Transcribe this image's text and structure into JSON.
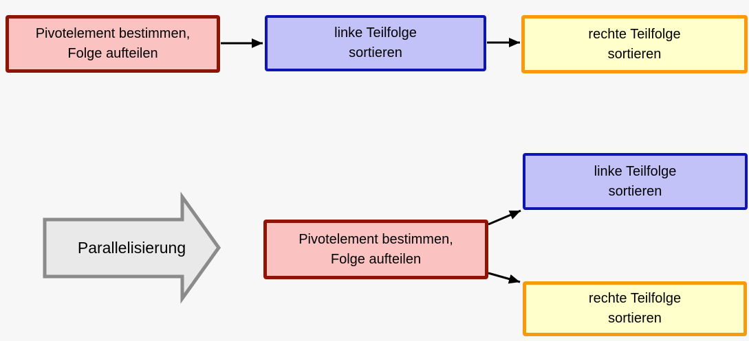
{
  "colors": {
    "background": "#f7f7f7",
    "pivot_fill": "#fbc2c2",
    "pivot_border": "#8e1505",
    "left_fill": "#c2c2f8",
    "left_border": "#0d16b2",
    "right_fill": "#ffffcb",
    "right_border": "#f89a0d",
    "transform_fill": "#e9e9e9",
    "transform_border": "#8b8b8b",
    "connector": "#000000"
  },
  "sequential": {
    "pivot": {
      "line1": "Pivotelement bestimmen,",
      "line2": "Folge aufteilen"
    },
    "left": {
      "line1": "linke Teilfolge",
      "line2": "sortieren"
    },
    "right": {
      "line1": "rechte Teilfolge",
      "line2": "sortieren"
    }
  },
  "transform_label": "Parallelisierung",
  "parallel": {
    "pivot": {
      "line1": "Pivotelement bestimmen,",
      "line2": "Folge aufteilen"
    },
    "left": {
      "line1": "linke Teilfolge",
      "line2": "sortieren"
    },
    "right": {
      "line1": "rechte Teilfolge",
      "line2": "sortieren"
    }
  }
}
